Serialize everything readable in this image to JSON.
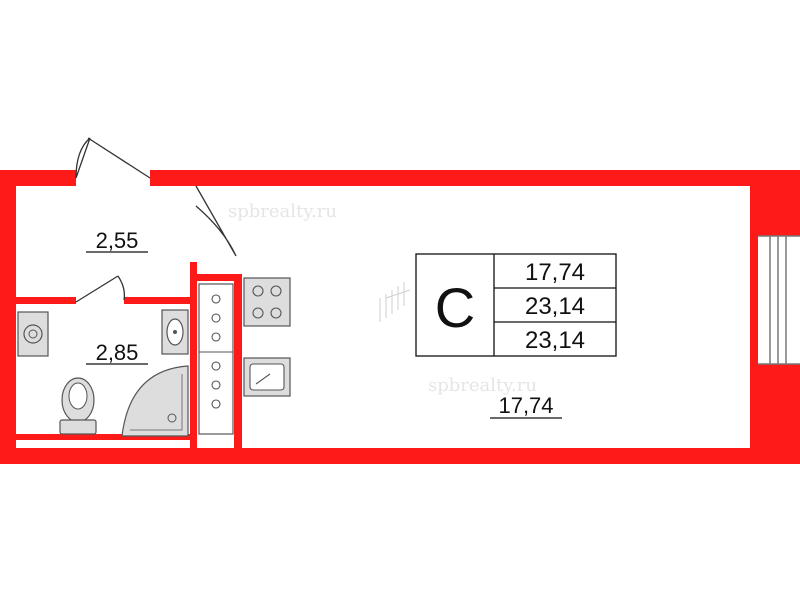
{
  "watermark": "spbrealty.ru",
  "apartment": {
    "type": "C",
    "living_area": "17,74",
    "total_area": "23,14",
    "total_area_2": "23,14"
  },
  "rooms": {
    "hall": "2,55",
    "bathroom": "2,85",
    "main": "17,74"
  },
  "colors": {
    "wall": "#ff1a1a",
    "fixture": "#9e9e9e",
    "fixture_dark": "#555555"
  }
}
